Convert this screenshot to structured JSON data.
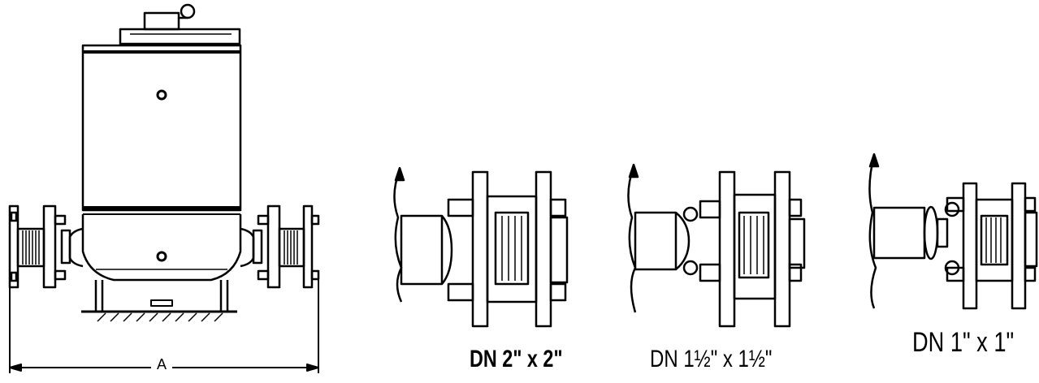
{
  "dimension_label": "A",
  "variants": [
    {
      "label": "DN 2\" x 2\""
    },
    {
      "label": "DN 1½\" x 1½\""
    },
    {
      "label": "DN 1\" x 1\""
    }
  ]
}
